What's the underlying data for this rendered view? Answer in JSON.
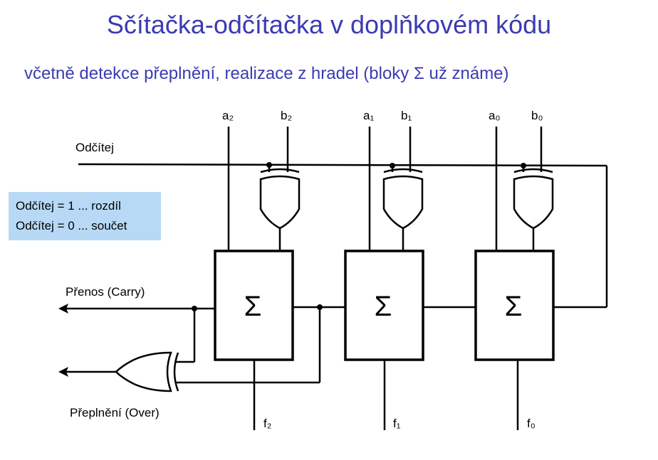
{
  "title": "Sčítačka-odčítačka v doplňkovém kódu",
  "subtitle": "včetně detekce přeplnění, realizace z hradel (bloky Σ už známe)",
  "note": {
    "line1": "Odčítej = 1 ... rozdíl",
    "line2": "Odčítej = 0 ... součet"
  },
  "signals": {
    "subtract": "Odčítej",
    "carry": "Přenos (Carry)",
    "overflow": "Přeplnění  (Over)"
  },
  "stages": [
    {
      "a": "a₂",
      "b": "b₂",
      "f": "f₂",
      "block": "Σ"
    },
    {
      "a": "a₁",
      "b": "b₁",
      "f": "f₁",
      "block": "Σ"
    },
    {
      "a": "a₀",
      "b": "b₀",
      "f": "f₀",
      "block": "Σ"
    }
  ]
}
